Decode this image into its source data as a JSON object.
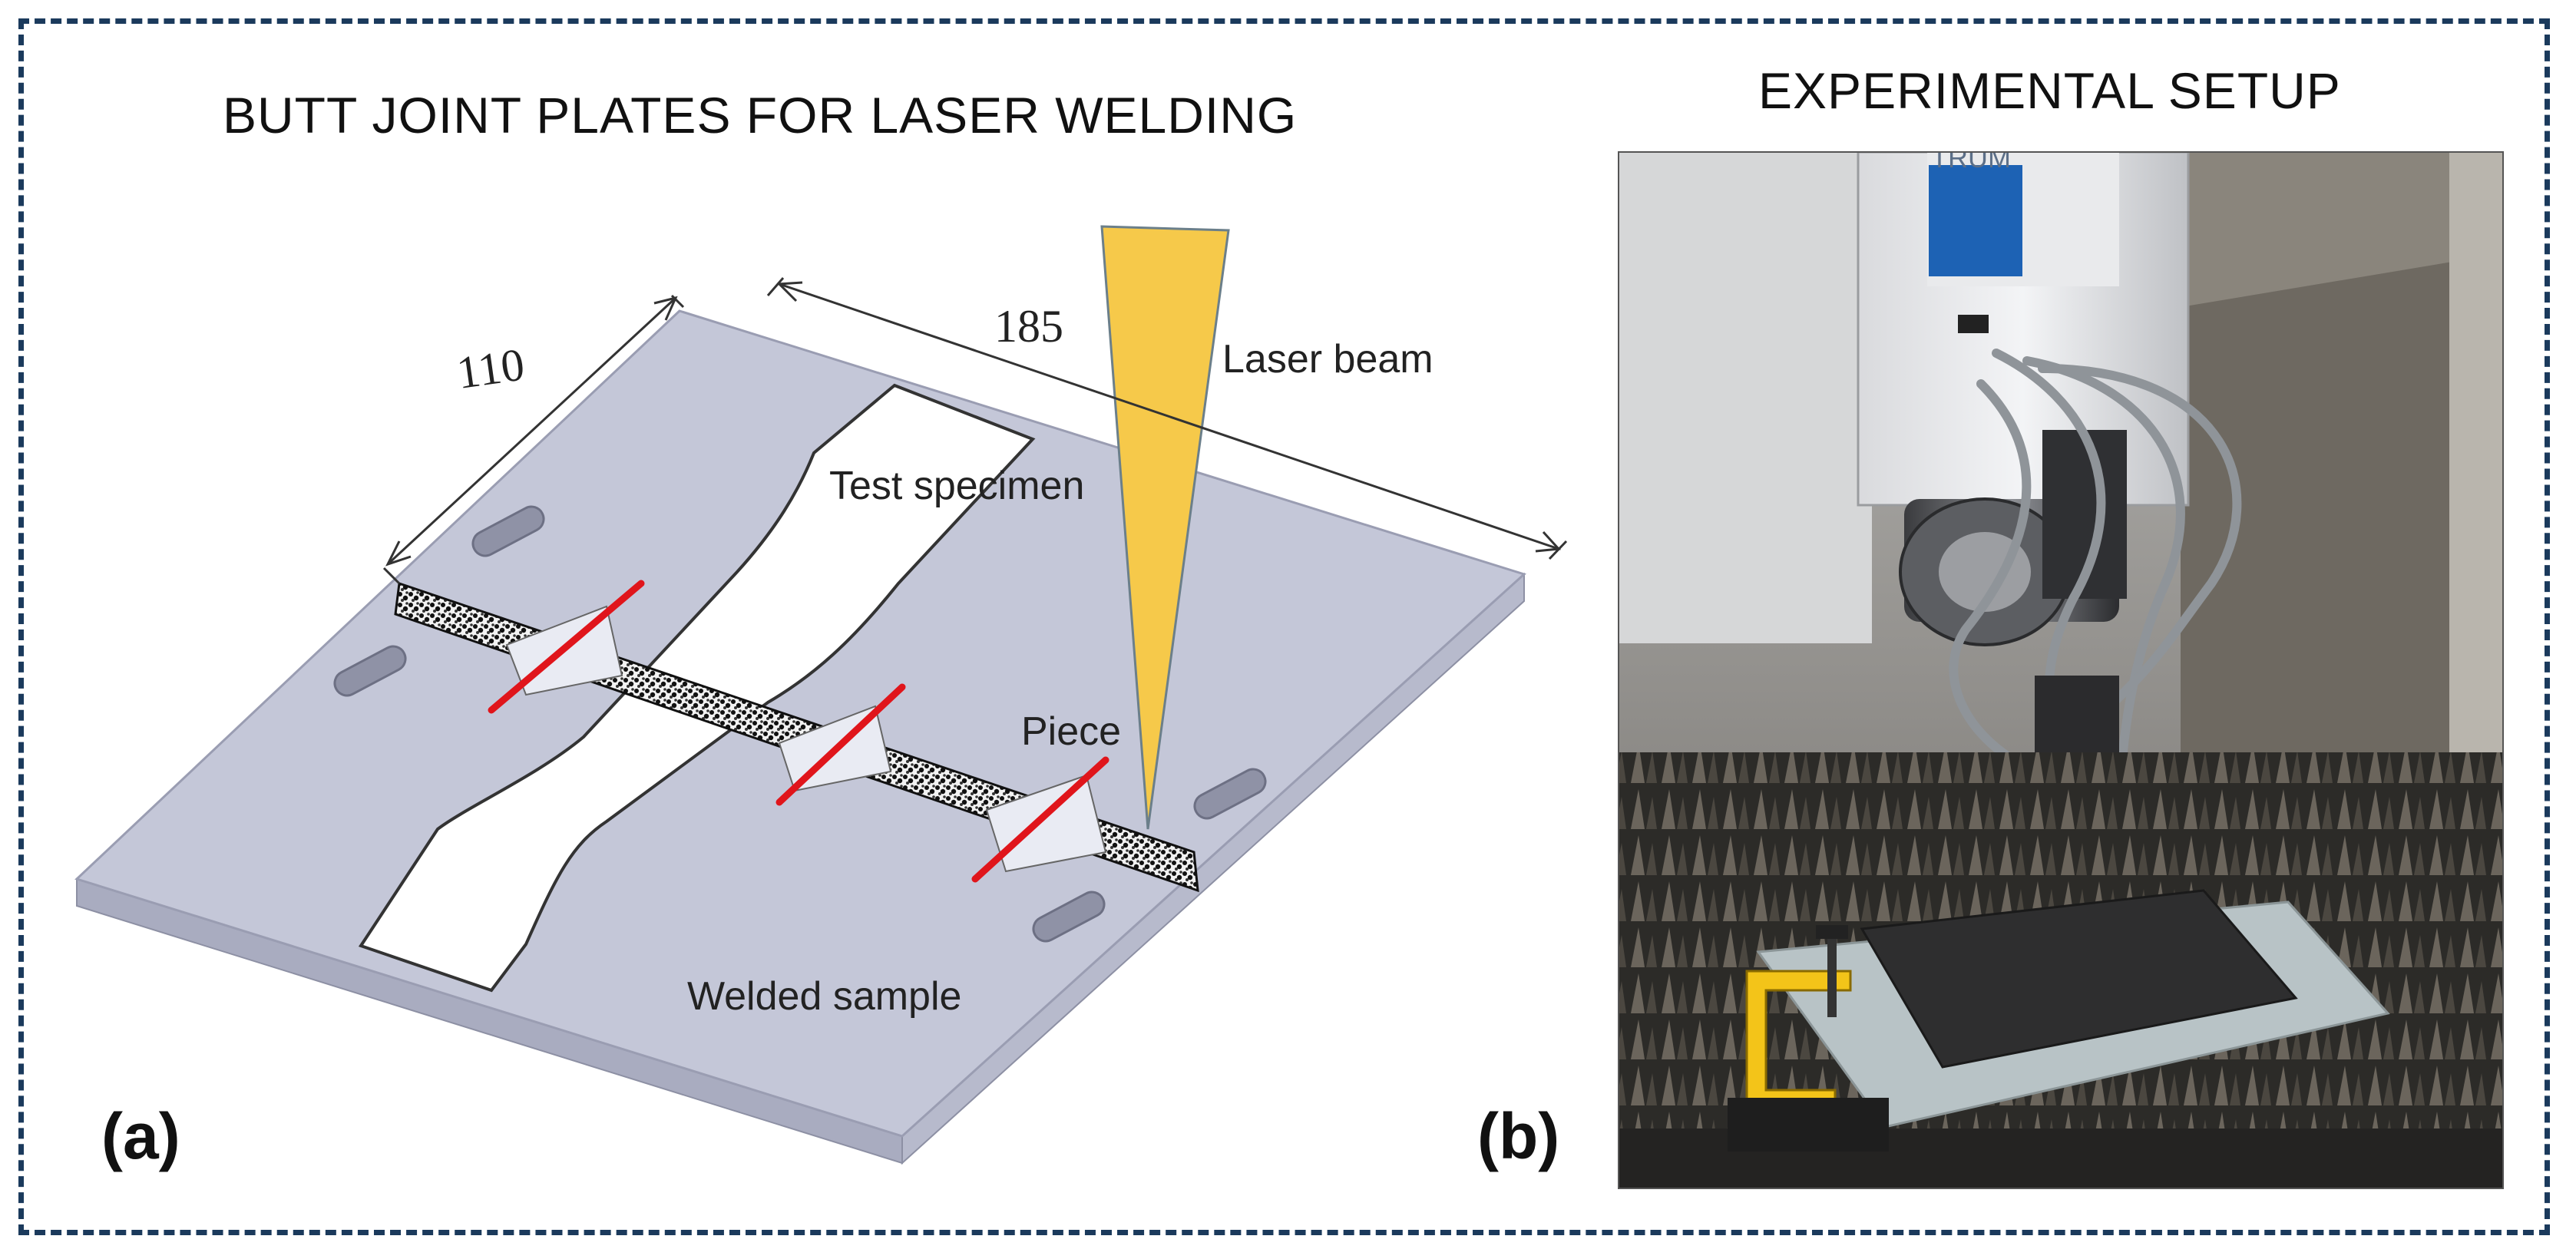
{
  "panels": {
    "a": {
      "title": "BUTT JOINT PLATES FOR LASER WELDING",
      "label": "(a)",
      "dimensions": {
        "width": "110",
        "length": "185"
      },
      "annotations": {
        "laser_beam": "Laser beam",
        "test_specimen": "Test specimen",
        "piece": "Piece",
        "welded_sample": "Welded sample"
      }
    },
    "b": {
      "title": "EXPERIMENTAL SETUP",
      "label": "(b)",
      "machine_brand_text": "TRUM"
    }
  },
  "colors": {
    "frame": "#1b3a5c",
    "plate": "#c4c7d8",
    "plate_edge": "#a9acc0",
    "laser": "#f6c94a",
    "cut_line": "#e0151b",
    "seam": "#1a1a1a"
  }
}
